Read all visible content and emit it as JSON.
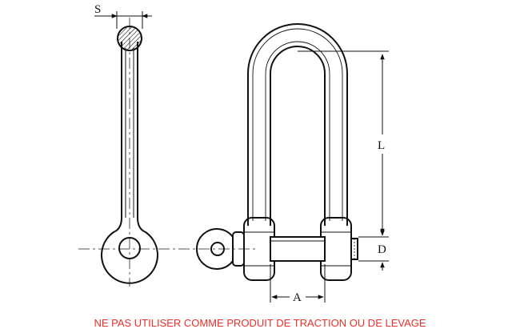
{
  "labels": {
    "s": "S",
    "l": "L",
    "d": "D",
    "a": "A"
  },
  "warning": {
    "text": "NE PAS UTILISER COMME PRODUIT DE TRACTION OU DE LEVAGE",
    "color": "#e8312a"
  },
  "colors": {
    "line": "#111111",
    "centerline": "#555555"
  }
}
